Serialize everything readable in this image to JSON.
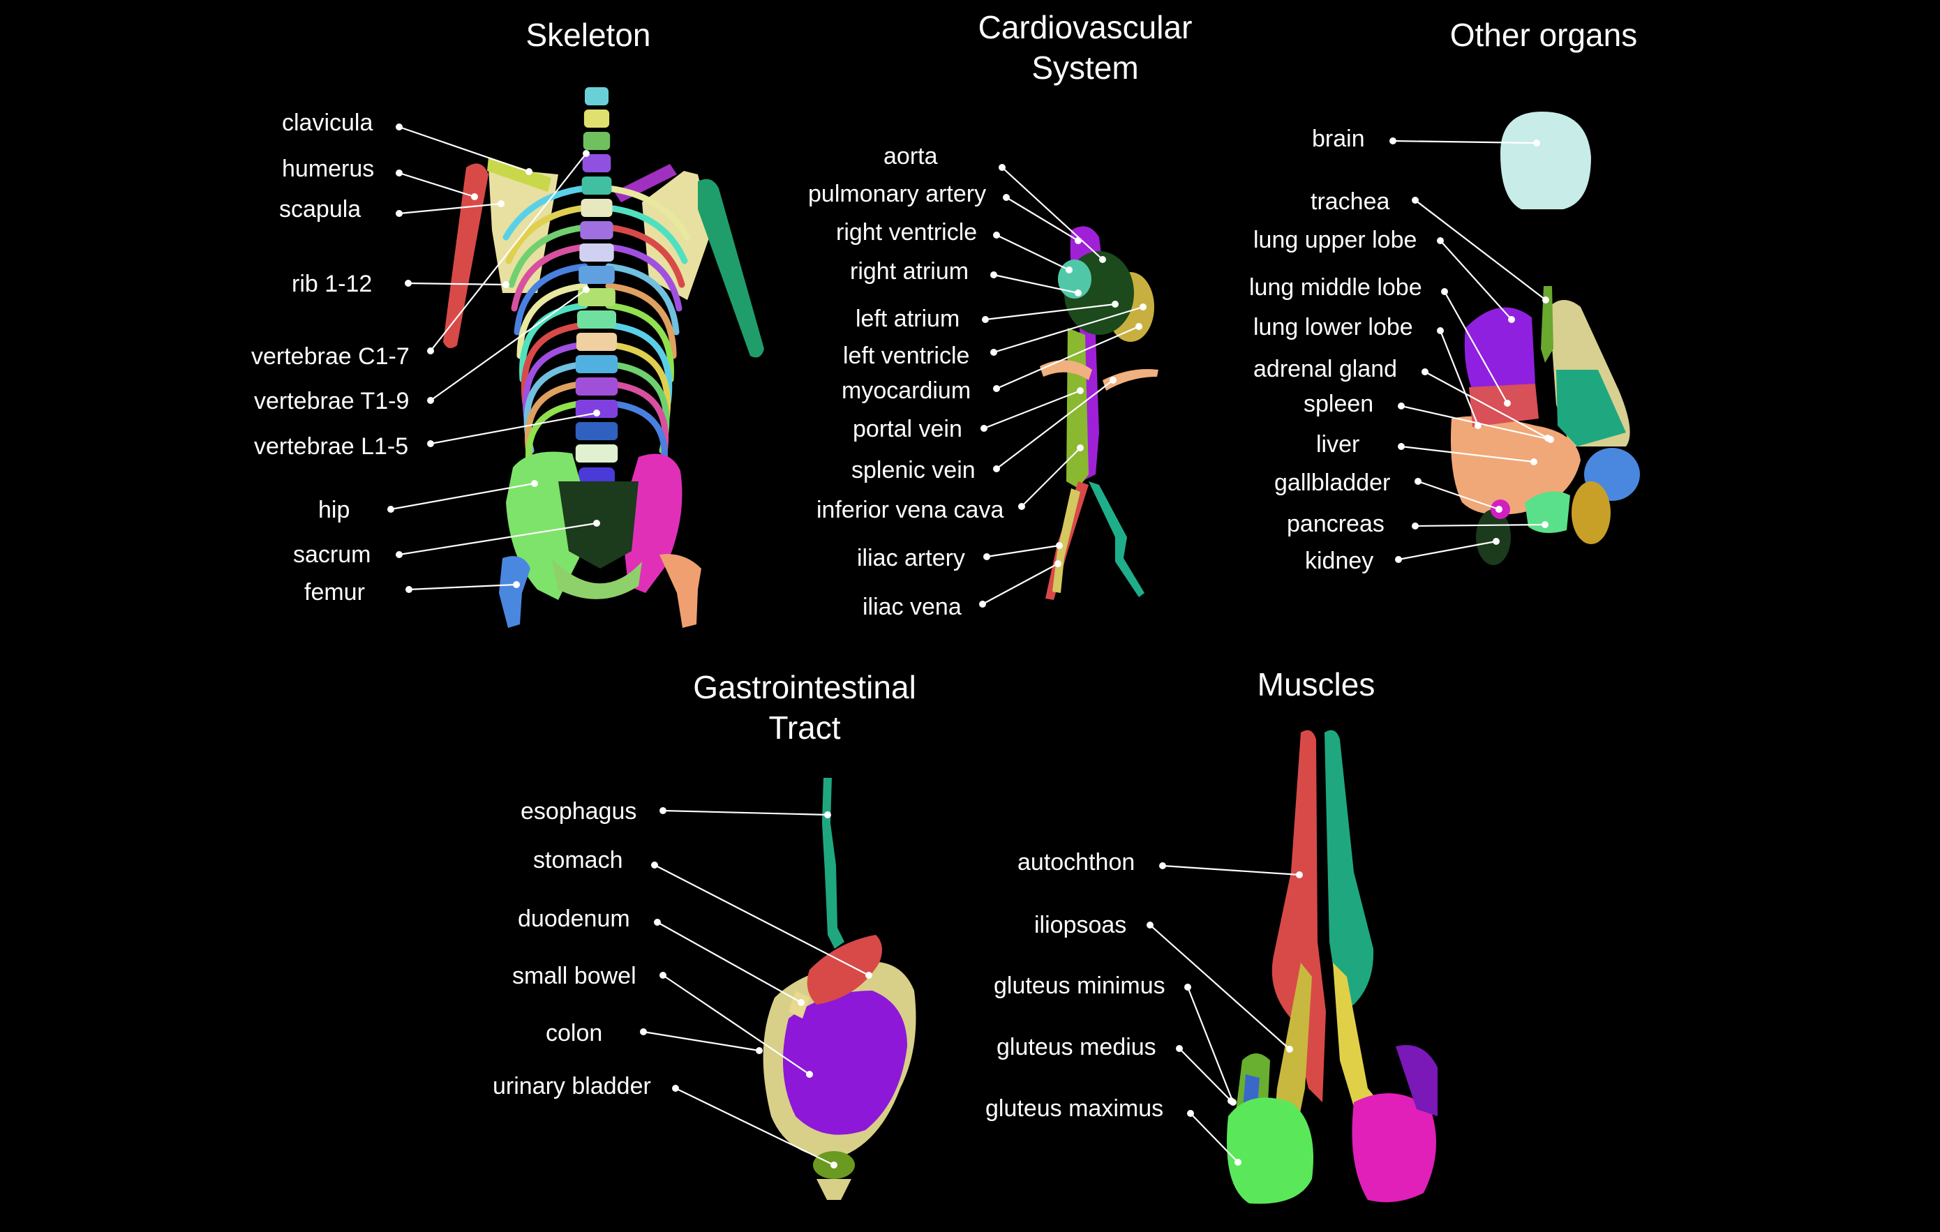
{
  "panels": {
    "skeleton": {
      "title": "Skeleton",
      "labels": [
        "clavicula",
        "humerus",
        "scapula",
        "rib 1-12",
        "vertebrae C1-7",
        "vertebrae T1-9",
        "vertebrae L1-5",
        "hip",
        "sacrum",
        "femur"
      ]
    },
    "cardio": {
      "title_line1": "Cardiovascular",
      "title_line2": "System",
      "labels": [
        "aorta",
        "pulmonary artery",
        "right ventricle",
        "right atrium",
        "left atrium",
        "left ventricle",
        "myocardium",
        "portal vein",
        "splenic vein",
        "inferior vena cava",
        "iliac artery",
        "iliac vena"
      ]
    },
    "organs": {
      "title": "Other organs",
      "labels": [
        "brain",
        "trachea",
        "lung upper lobe",
        "lung middle lobe",
        "lung lower lobe",
        "adrenal gland",
        "spleen",
        "liver",
        "gallbladder",
        "pancreas",
        "kidney"
      ]
    },
    "gi": {
      "title_line1": "Gastrointestinal",
      "title_line2": "Tract",
      "labels": [
        "esophagus",
        "stomach",
        "duodenum",
        "small bowel",
        "colon",
        "urinary bladder"
      ]
    },
    "muscles": {
      "title": "Muscles",
      "labels": [
        "autochthon",
        "iliopsoas",
        "gluteus minimus",
        "gluteus medius",
        "gluteus maximus"
      ]
    }
  },
  "colors": {
    "background": "#000000",
    "label_text": "#ffffff",
    "leader_line": "#ffffff"
  }
}
